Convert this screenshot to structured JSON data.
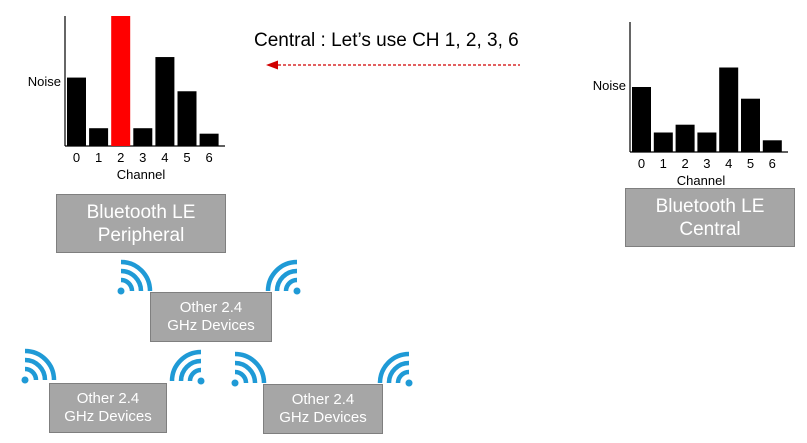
{
  "message": {
    "text": "Central : Let’s use CH 1, 2, 3, 6",
    "arrow_color": "#d00000"
  },
  "chart_data": [
    {
      "type": "bar",
      "ylabel": "Noise",
      "xlabel": "Channel",
      "categories": [
        "0",
        "1",
        "2",
        "3",
        "4",
        "5",
        "6"
      ],
      "values": [
        5,
        1.3,
        9.5,
        1.3,
        6.5,
        4.0,
        0.9
      ],
      "ylim": [
        0,
        9.5
      ],
      "bar_color": "#000000",
      "highlight_color": "#ff0000",
      "highlight_index": 2
    },
    {
      "type": "bar",
      "ylabel": "Noise",
      "xlabel": "Channel",
      "categories": [
        "0",
        "1",
        "2",
        "3",
        "4",
        "5",
        "6"
      ],
      "values": [
        5,
        1.5,
        2.1,
        1.5,
        6.5,
        4.1,
        0.9
      ],
      "ylim": [
        0,
        10
      ],
      "bar_color": "#000000",
      "highlight_color": null,
      "highlight_index": null
    }
  ],
  "peripheral": {
    "line1": "Bluetooth LE",
    "line2": "Peripheral"
  },
  "central": {
    "line1": "Bluetooth LE",
    "line2": "Central"
  },
  "devices": [
    {
      "line1": "Other 2.4",
      "line2": "GHz Devices"
    },
    {
      "line1": "Other 2.4",
      "line2": "GHz Devices"
    },
    {
      "line1": "Other 2.4",
      "line2": "GHz Devices"
    }
  ],
  "colors": {
    "box_fill": "#a6a6a6",
    "wifi": "#1f9ad6"
  },
  "icons": [
    "wifi-signal-icon"
  ]
}
